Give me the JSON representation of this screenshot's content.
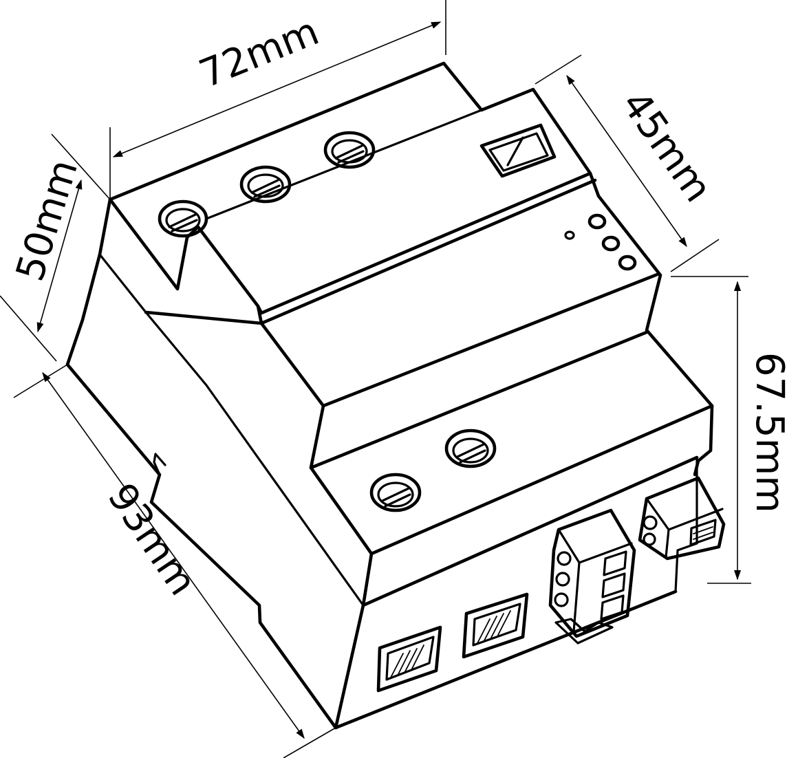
{
  "dimensions": {
    "width_top": "72mm",
    "depth_right": "45mm",
    "height_left": "50mm",
    "height_right": "67.5mm",
    "length_bottom": "93mm"
  },
  "colors": {
    "line": "#000000",
    "background": "#ffffff"
  },
  "icons": {
    "device": "din-rail-energy-meter-drawing",
    "terminal": "screw-terminal",
    "connector": "rj45-port",
    "plug": "pluggable-terminal-block"
  }
}
